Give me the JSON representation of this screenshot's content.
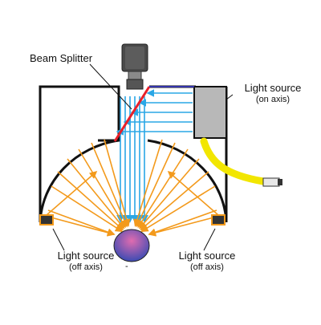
{
  "labels": {
    "beam_splitter": "Beam Splitter",
    "light_on_axis": "Light source",
    "light_on_axis_sub": "(on axis)",
    "light_off_axis_left": "Light source",
    "light_off_axis_left_sub": "(off axis)",
    "light_off_axis_right": "Light source",
    "light_off_axis_right_sub": "(off axis)",
    "object_mark": "-"
  },
  "colors": {
    "housing_stroke": "#111111",
    "beam_splitter": "#e8202a",
    "on_axis_rays": "#2aa7e6",
    "off_axis_rays": "#f39a1c",
    "cable": "#f2e600",
    "camera_body": "#4a4a4a",
    "light_box": "#b8b8b8",
    "object_top": "#e06cb0",
    "object_bottom": "#3b4bb3"
  },
  "icons": {
    "camera": "camera-icon",
    "object": "sphere-object-icon",
    "cable": "cable-icon"
  }
}
